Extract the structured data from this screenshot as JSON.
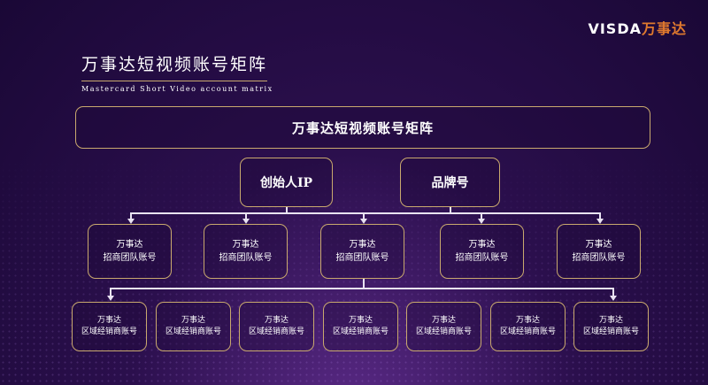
{
  "brand": {
    "logo_text": "VISDA",
    "logo_cn": "万事达"
  },
  "header": {
    "title": "万事达短视频账号矩阵",
    "subtitle": "Mastercard Short Video account matrix"
  },
  "diagram": {
    "root": "万事达短视频账号矩阵",
    "level2": [
      "创始人IP",
      "品牌号"
    ],
    "teams": [
      {
        "line1": "万事达",
        "line2": "招商团队账号"
      },
      {
        "line1": "万事达",
        "line2": "招商团队账号"
      },
      {
        "line1": "万事达",
        "line2": "招商团队账号"
      },
      {
        "line1": "万事达",
        "line2": "招商团队账号"
      },
      {
        "line1": "万事达",
        "line2": "招商团队账号"
      }
    ],
    "dealers": [
      {
        "line1": "万事达",
        "line2": "区域经销商账号"
      },
      {
        "line1": "万事达",
        "line2": "区域经销商账号"
      },
      {
        "line1": "万事达",
        "line2": "区域经销商账号"
      },
      {
        "line1": "万事达",
        "line2": "区域经销商账号"
      },
      {
        "line1": "万事达",
        "line2": "区域经销商账号"
      },
      {
        "line1": "万事达",
        "line2": "区域经销商账号"
      },
      {
        "line1": "万事达",
        "line2": "区域经销商账号"
      }
    ]
  },
  "colors": {
    "border": "#c9a96e",
    "background": "#2b0f4d",
    "connector": "#e9e3f2"
  }
}
